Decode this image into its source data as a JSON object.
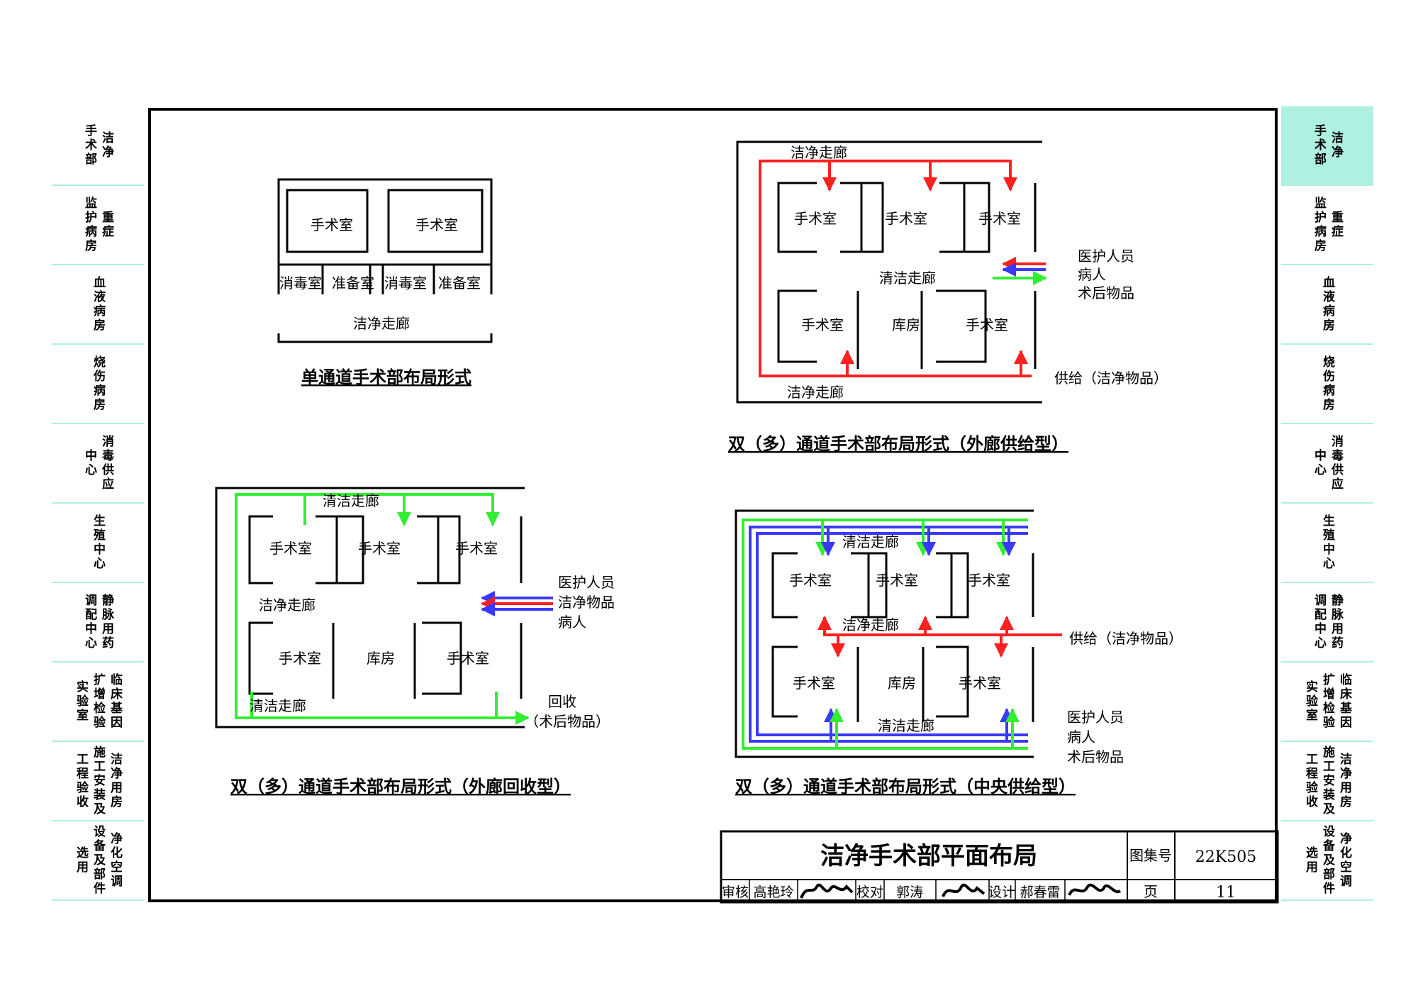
{
  "side_tabs": [
    {
      "primary": "洁净",
      "secondary": "手术部",
      "active": true
    },
    {
      "primary": "重症",
      "secondary": "监护病房",
      "active": false
    },
    {
      "primary": "",
      "secondary": "血液病房",
      "active": false
    },
    {
      "primary": "",
      "secondary": "烧伤病房",
      "active": false
    },
    {
      "primary": "消毒供应",
      "secondary": "中心",
      "active": false
    },
    {
      "primary": "",
      "secondary": "生殖中心",
      "active": false
    },
    {
      "primary": "静脉用药",
      "secondary": "调配中心",
      "active": false
    },
    {
      "primary": "临床基因",
      "secondary": "扩增检验",
      "tertiary": "实验室",
      "active": false
    },
    {
      "primary": "洁净用房",
      "secondary": "施工安装及",
      "tertiary": "工程验收",
      "active": false
    },
    {
      "primary": "净化空调",
      "secondary": "设备及部件",
      "tertiary": "选用",
      "active": false
    }
  ],
  "labels": {
    "or": "手术室",
    "disinfect": "消毒室",
    "prep": "准备室",
    "clean_corridor": "洁净走廊",
    "cleaning_corridor": "清洁走廊",
    "storage": "库房"
  },
  "diagrams": {
    "single": {
      "title": "单通道手术部布局形式"
    },
    "outer_supply": {
      "title": "双（多）通道手术部布局形式（外廊供给型）",
      "legend": [
        "医护人员",
        "病人",
        "术后物品"
      ],
      "supply": "供给（洁净物品）"
    },
    "outer_recycle": {
      "title": "双（多）通道手术部布局形式（外廊回收型）",
      "legend": [
        "医护人员",
        "洁净物品",
        "病人"
      ],
      "recycle": "回收",
      "recycle_sub": "（术后物品）"
    },
    "central_supply": {
      "title": "双（多）通道手术部布局形式（中央供给型）",
      "legend": [
        "医护人员",
        "病人",
        "术后物品"
      ],
      "supply": "供给（洁净物品）"
    }
  },
  "title_block": {
    "title": "洁净手术部平面布局",
    "atlas_label": "图集号",
    "atlas_no": "22K505",
    "page_label": "页",
    "page_no": "11",
    "review_label": "审核",
    "reviewer": "高艳玲",
    "check_label": "校对",
    "checker": "郭涛",
    "design_label": "设计",
    "designer": "郝春雷"
  },
  "colors": {
    "red": "#ff2020",
    "blue": "#3a3aff",
    "green": "#33ee33",
    "tab": "#aef0e2"
  }
}
